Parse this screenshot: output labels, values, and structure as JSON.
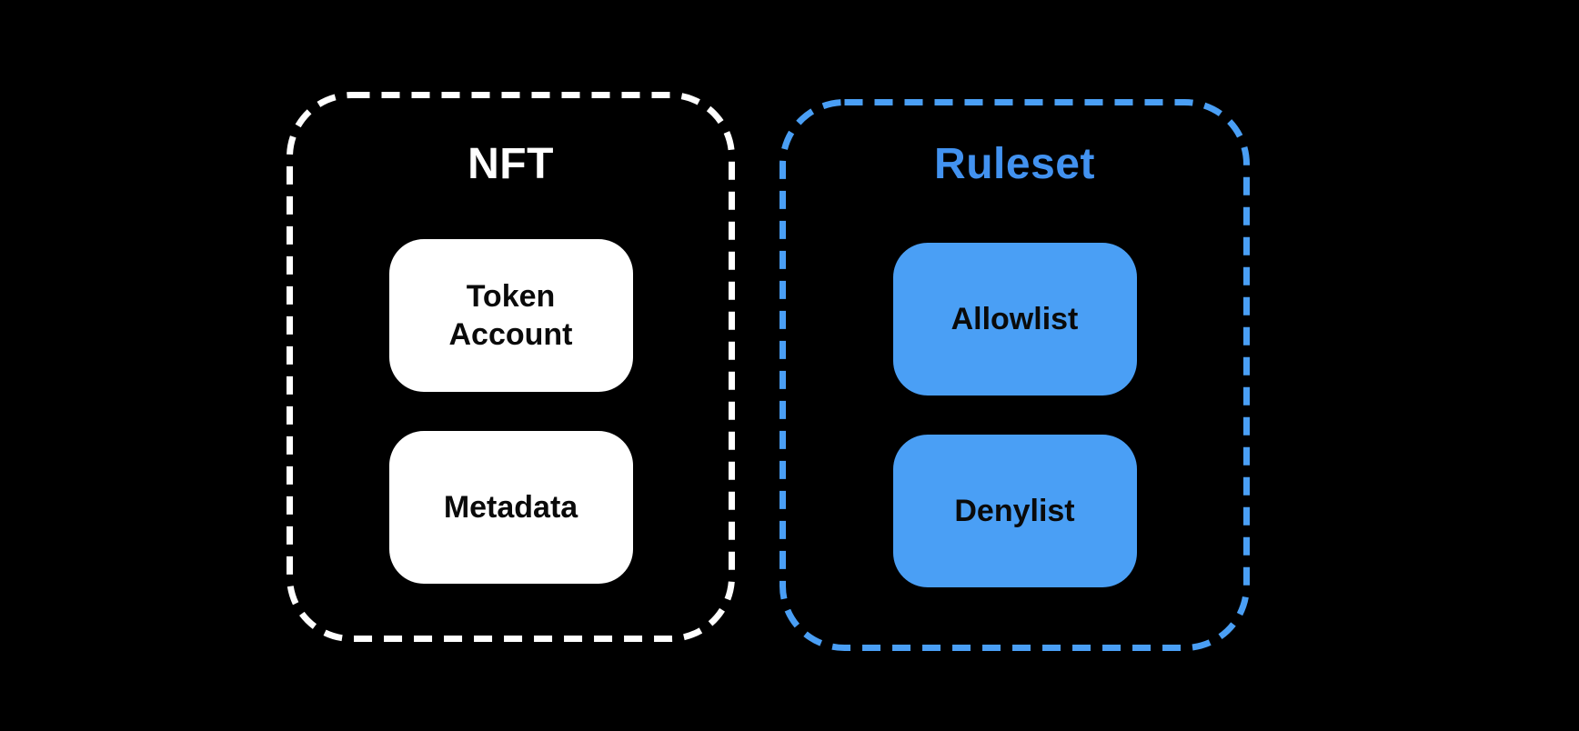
{
  "canvas": {
    "background": "#000000"
  },
  "diagram": {
    "groups": [
      {
        "title": "NFT",
        "title_color": "#ffffff",
        "border_color": "#ffffff",
        "nodes": [
          {
            "label": "Token Account",
            "fill": "#ffffff",
            "text_color": "#0a0a0a"
          },
          {
            "label": "Metadata",
            "fill": "#ffffff",
            "text_color": "#0a0a0a"
          }
        ]
      },
      {
        "title": "Ruleset",
        "title_color": "#4292f0",
        "border_color": "#4a9ff5",
        "nodes": [
          {
            "label": "Allowlist",
            "fill": "#4a9ff5",
            "text_color": "#0a0a0a"
          },
          {
            "label": "Denylist",
            "fill": "#4a9ff5",
            "text_color": "#0a0a0a"
          }
        ]
      }
    ]
  }
}
